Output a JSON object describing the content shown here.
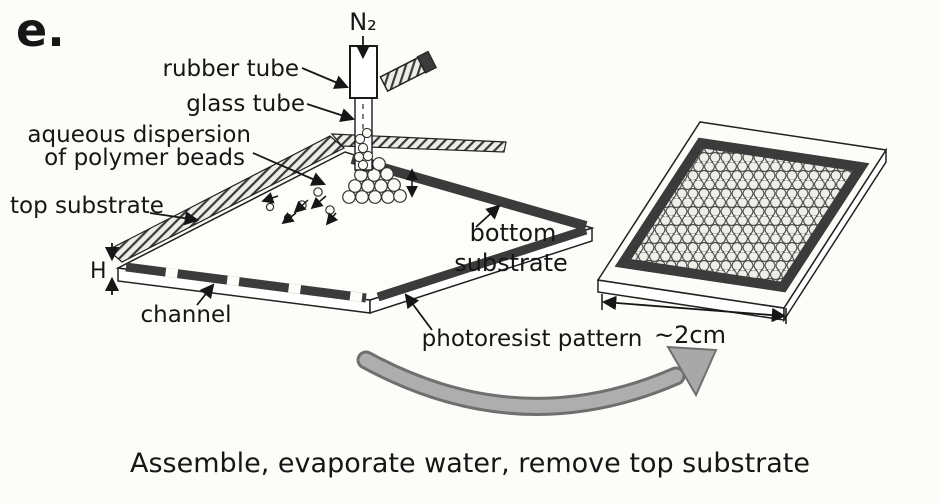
{
  "figure": {
    "panel_label": "e.",
    "gas_label": "N₂",
    "caption": "Assemble, evaporate water, remove top substrate",
    "scale_label": "~2cm",
    "labels": {
      "rubber_tube": "rubber tube",
      "glass_tube": "glass tube",
      "dispersion_line1": "aqueous dispersion",
      "dispersion_line2": "of polymer beads",
      "top_substrate": "top substrate",
      "bottom_substrate_line1": "bottom",
      "bottom_substrate_line2": "substrate",
      "gap_height": "H",
      "channel": "channel",
      "photoresist": "photoresist pattern"
    },
    "colors": {
      "ink": "#161616",
      "photoresist_band": "#3b3b3b",
      "transfer_arrow_fill": "#a8a8a8",
      "transfer_arrow_outline": "#6f6f6f",
      "paper": "#fcfcf9"
    }
  }
}
